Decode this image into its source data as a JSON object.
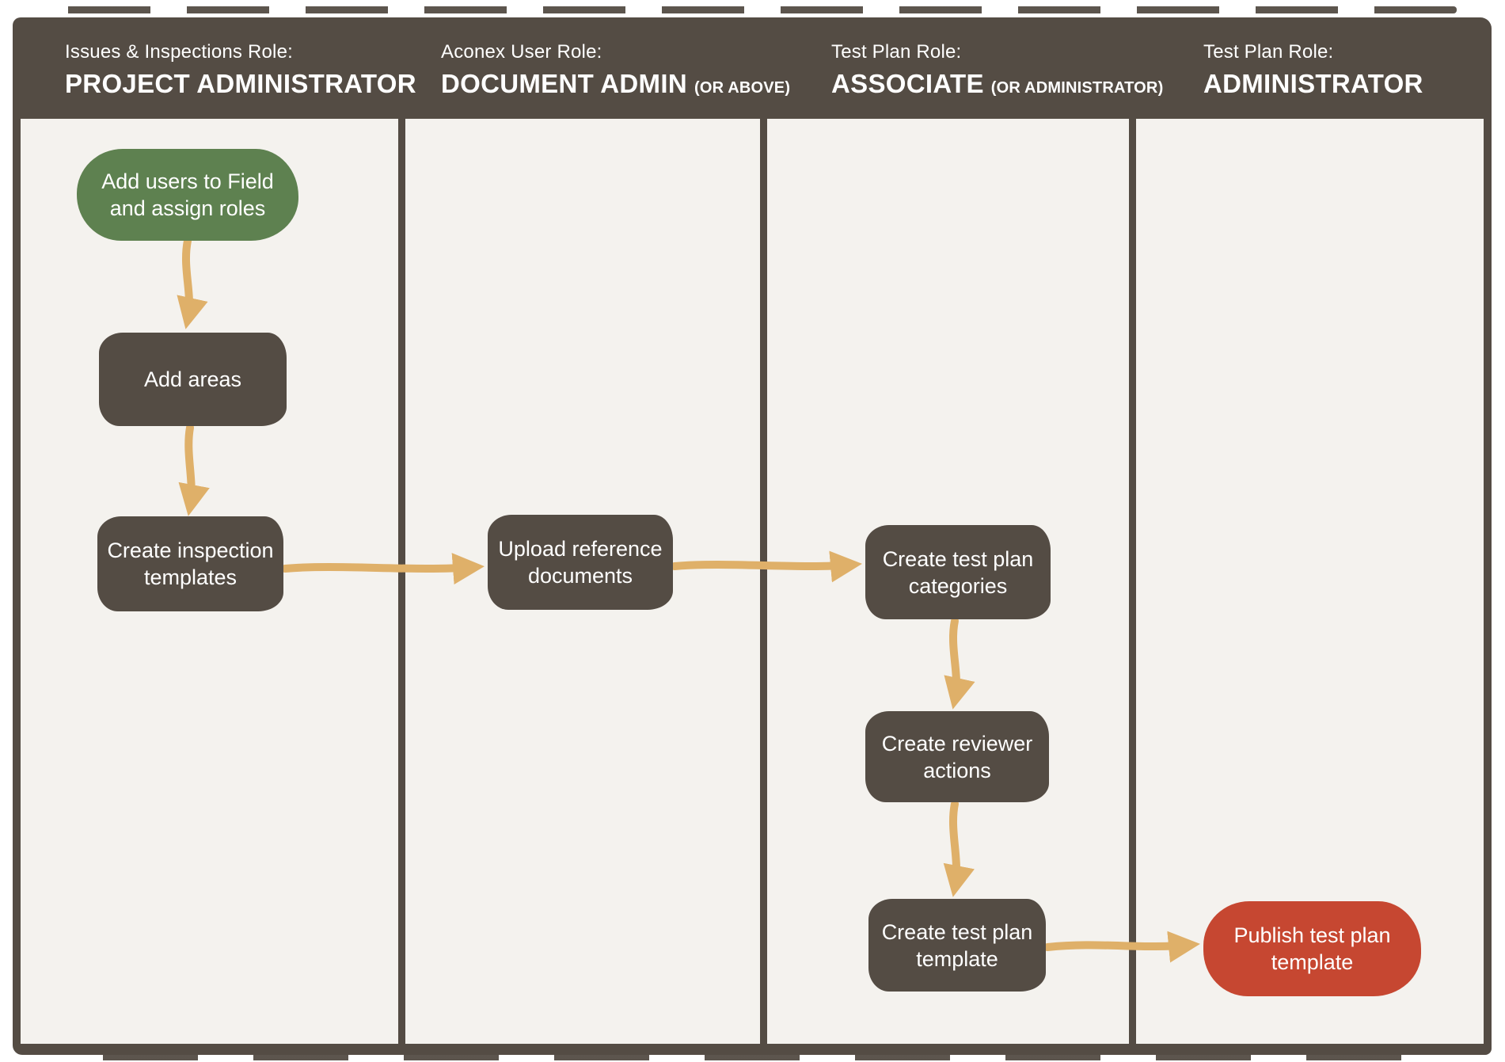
{
  "header": {
    "lanes": [
      {
        "role_label": "Issues & Inspections Role:",
        "role_name": "PROJECT ADMINISTRATOR",
        "qualifier": ""
      },
      {
        "role_label": "Aconex User Role:",
        "role_name": "DOCUMENT ADMIN",
        "qualifier": "(OR ABOVE)"
      },
      {
        "role_label": "Test Plan Role:",
        "role_name": "ASSOCIATE",
        "qualifier": "(OR ADMINISTRATOR)"
      },
      {
        "role_label": "Test Plan Role:",
        "role_name": "ADMINISTRATOR",
        "qualifier": ""
      }
    ]
  },
  "flow": {
    "nodes": [
      {
        "id": "add-users",
        "label": "Add users to Field and assign roles",
        "shape": "pill",
        "color": "green",
        "lane": 1
      },
      {
        "id": "add-areas",
        "label": "Add areas",
        "shape": "box",
        "color": "dark",
        "lane": 1
      },
      {
        "id": "create-inspection-templates",
        "label": "Create inspection templates",
        "shape": "box",
        "color": "dark",
        "lane": 1
      },
      {
        "id": "upload-reference-documents",
        "label": "Upload reference documents",
        "shape": "box",
        "color": "dark",
        "lane": 2
      },
      {
        "id": "create-test-plan-categories",
        "label": "Create test plan categories",
        "shape": "box",
        "color": "dark",
        "lane": 3
      },
      {
        "id": "create-reviewer-actions",
        "label": "Create reviewer actions",
        "shape": "box",
        "color": "dark",
        "lane": 3
      },
      {
        "id": "create-test-plan-template",
        "label": "Create test plan template",
        "shape": "box",
        "color": "dark",
        "lane": 3
      },
      {
        "id": "publish-test-plan-template",
        "label": "Publish test plan template",
        "shape": "pill",
        "color": "red",
        "lane": 4
      }
    ],
    "edges": [
      {
        "from": "add-users",
        "to": "add-areas",
        "direction": "down"
      },
      {
        "from": "add-areas",
        "to": "create-inspection-templates",
        "direction": "down"
      },
      {
        "from": "create-inspection-templates",
        "to": "upload-reference-documents",
        "direction": "right"
      },
      {
        "from": "upload-reference-documents",
        "to": "create-test-plan-categories",
        "direction": "right"
      },
      {
        "from": "create-test-plan-categories",
        "to": "create-reviewer-actions",
        "direction": "down"
      },
      {
        "from": "create-reviewer-actions",
        "to": "create-test-plan-template",
        "direction": "down"
      },
      {
        "from": "create-test-plan-template",
        "to": "publish-test-plan-template",
        "direction": "right"
      }
    ]
  },
  "colors": {
    "frame": "#544c44",
    "lane_background": "#f4f2ee",
    "node_dark": "#544c44",
    "node_green": "#5e8150",
    "node_red": "#c64731",
    "arrow": "#dfb069",
    "text": "#ffffff"
  }
}
